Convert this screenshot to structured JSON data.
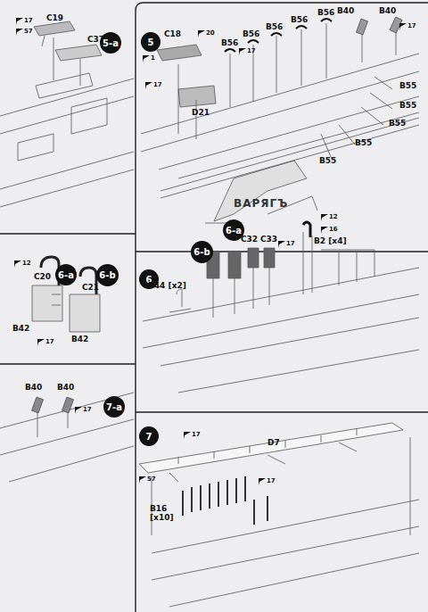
{
  "diagram": {
    "nodes": [
      {
        "text": [
          "5-a"
        ]
      },
      {
        "text": [
          "5"
        ]
      },
      {
        "text": [
          "6-a"
        ]
      },
      {
        "text": [
          "6-b"
        ]
      },
      {
        "text": [
          "6"
        ]
      },
      {
        "text": [
          "6-a"
        ]
      },
      {
        "text": [
          "6-b"
        ]
      },
      {
        "text": [
          "7-a"
        ]
      },
      {
        "text": [
          "7"
        ]
      }
    ],
    "labels": [
      "17",
      "57",
      "C19",
      "C37",
      "C18",
      "1",
      "20",
      "17",
      "B56",
      "B56",
      "B56",
      "B56",
      "B56",
      "B40",
      "B40",
      "17",
      "17",
      "D21",
      "B55",
      "B55",
      "B55",
      "B55",
      "B55",
      "ВАРЯГЪ",
      "12",
      "C20",
      "B42",
      "17",
      "C21",
      "B42",
      "C32",
      "C33",
      "17",
      "12",
      "16",
      "B2 [x4]",
      "B44 [x2]",
      "B40",
      "B40",
      "17",
      "D7",
      "17",
      "57",
      "B16 [x10]",
      "17"
    ]
  }
}
